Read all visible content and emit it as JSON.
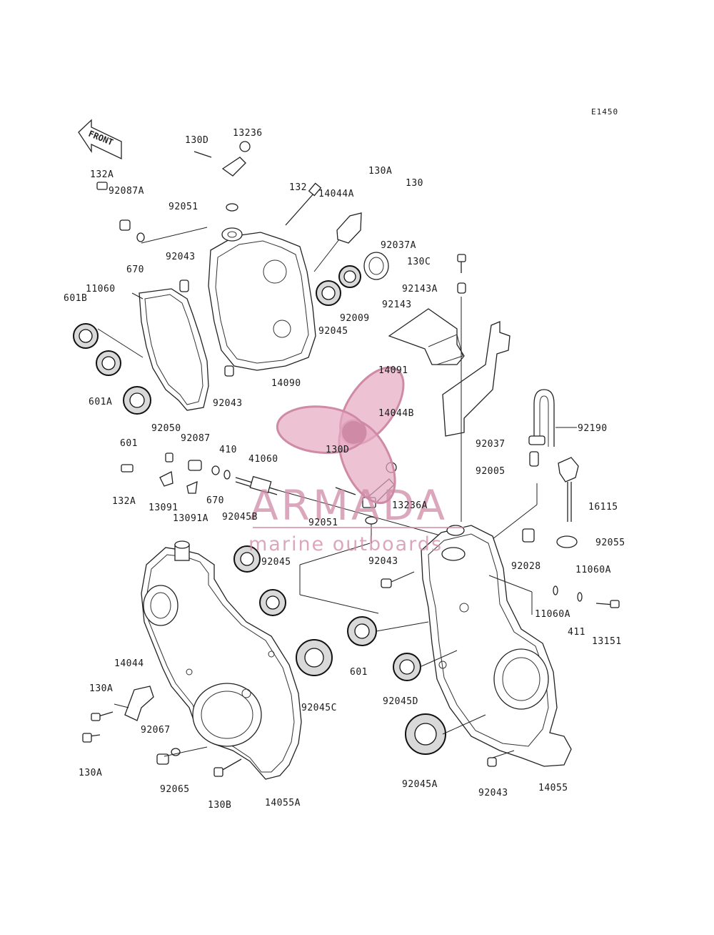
{
  "diagram_code": "E1450",
  "front_label": "FRONT",
  "watermark": {
    "brand": "ARMADA",
    "tagline": "marine outboards",
    "color": "#cf8aa5"
  },
  "labels": [
    "130D",
    "13236",
    "132A",
    "92087A",
    "130A",
    "130",
    "92051",
    "132",
    "14044A",
    "92037A",
    "130C",
    "92043",
    "670",
    "11060",
    "601B",
    "92143A",
    "92143",
    "92009",
    "92045",
    "14091",
    "601A",
    "14090",
    "92043",
    "14044B",
    "601",
    "92190",
    "92050",
    "92087",
    "410",
    "41060",
    "130D",
    "92037",
    "92005",
    "132A",
    "13091",
    "670",
    "13091A",
    "92045B",
    "92051",
    "13236A",
    "16115",
    "92055",
    "92045",
    "92043",
    "92028",
    "11060A",
    "11060A",
    "411",
    "13151",
    "601",
    "14044",
    "130A",
    "92045C",
    "92045D",
    "92067",
    "130A",
    "92065",
    "130B",
    "14055A",
    "92045A",
    "92043",
    "14055"
  ]
}
